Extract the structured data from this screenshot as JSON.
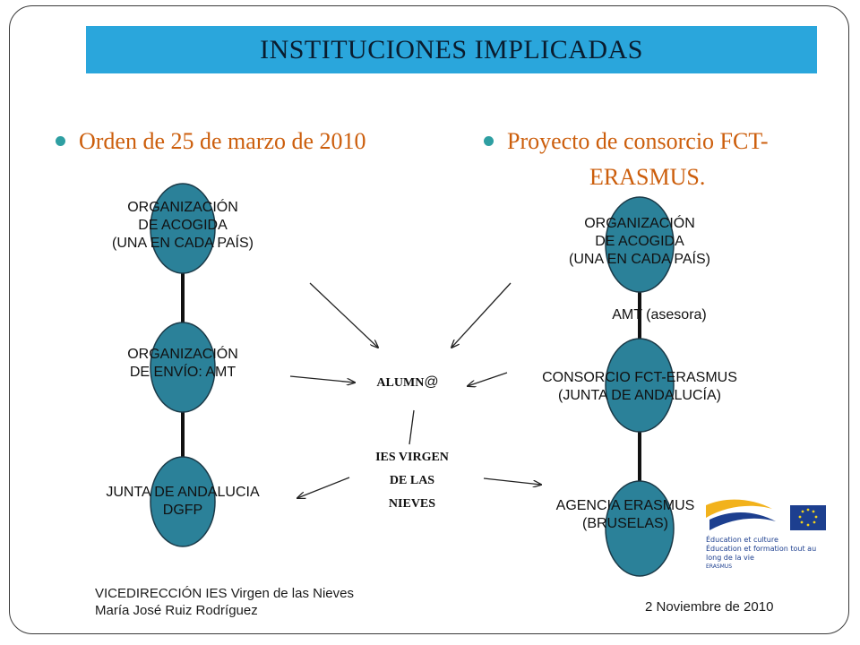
{
  "title": "INSTITUCIONES IMPLICADAS",
  "bullets": {
    "left": "Orden de 25 de marzo de 2010",
    "right_line1": "Proyecto de consorcio FCT-",
    "right_line2": "ERASMUS."
  },
  "left_chain": {
    "top": [
      "ORGANIZACIÓN",
      "DE ACOGIDA",
      "(UNA EN CADA PAÍS)"
    ],
    "middle": [
      "ORGANIZACIÓN",
      "DE ENVÍO: AMT"
    ],
    "bottom": [
      "JUNTA DE ANDALUCIA",
      "DGFP"
    ]
  },
  "right_chain": {
    "top": [
      "ORGANIZACIÓN",
      "DE ACOGIDA",
      "(UNA EN CADA PAÍS)"
    ],
    "connector_note": "AMT (asesora)",
    "middle": [
      "CONSORCIO FCT-ERASMUS",
      "(JUNTA DE ANDALUCÍA)"
    ],
    "bottom": [
      "AGENCIA ERASMUS",
      "(BRUSELAS)"
    ]
  },
  "center": {
    "student_prefix": "ALUMN",
    "student_suffix": "@",
    "school": [
      "IES VIRGEN",
      "DE LAS",
      "NIEVES"
    ]
  },
  "logo_text": {
    "line1": "Éducation et culture",
    "line2": "Éducation et formation tout au",
    "line3": "long de la vie",
    "line4": "ERASMUS"
  },
  "footer": {
    "left_line1": "VICEDIRECCIÓN IES Virgen de las Nieves",
    "left_line2": "María José Ruiz Rodríguez",
    "right": "2 Noviembre de 2010"
  },
  "colors": {
    "title_bg": "#2aa6dc",
    "bullet_text": "#cc5e0c",
    "bullet_dot": "#2e9fa2",
    "node_fill": "#2b8199",
    "node_stroke": "#1b3a48"
  }
}
